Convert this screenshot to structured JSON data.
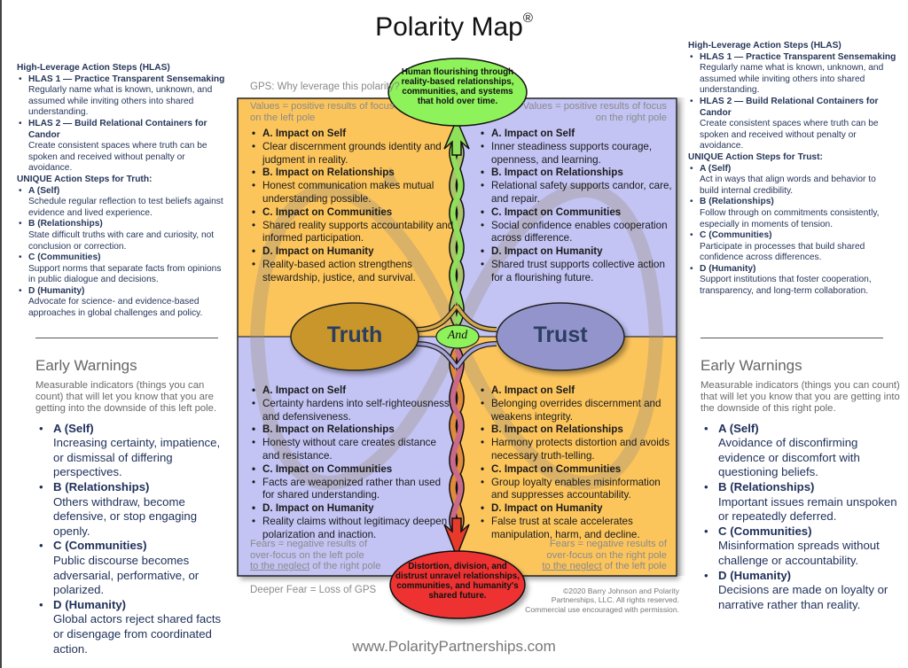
{
  "title": "Polarity Map",
  "title_mark": "®",
  "colors": {
    "left_upper": "#fcc55c",
    "right_upper": "#c3c3f4",
    "left_lower": "#c3c3f4",
    "right_lower": "#fcc55c",
    "truth_pole": "#c8962a",
    "trust_pole": "#9494cc",
    "top_bubble": "#8ef25a",
    "bottom_bubble": "#ee3030",
    "side_text": "#26365a"
  },
  "left_panel": {
    "hlas_heading": "High-Leverage Action Steps (HLAS)",
    "hlas": [
      {
        "title": "HLAS 1 — Practice Transparent Sensemaking",
        "text": "Regularly name what is known, unknown, and assumed while inviting others into shared understanding."
      },
      {
        "title": "HLAS 2 — Build Relational Containers for Candor",
        "text": "Create consistent spaces where truth can be spoken and received without penalty or avoidance."
      }
    ],
    "unique_heading": "UNIQUE Action Steps for Truth:",
    "unique": [
      {
        "title": "A (Self)",
        "text": "Schedule regular reflection to test beliefs against evidence and lived experience."
      },
      {
        "title": "B (Relationships)",
        "text": "State difficult truths with care and curiosity, not conclusion or correction."
      },
      {
        "title": "C (Communities)",
        "text": "Support norms that separate facts from opinions in public dialogue and decisions."
      },
      {
        "title": "D (Humanity)",
        "text": "Advocate for science- and evidence-based approaches in global challenges and policy."
      }
    ],
    "early_warnings": {
      "title": "Early Warnings",
      "description": "Measurable indicators (things you can count) that will let you know that you are getting into the downside of this left pole.",
      "items": [
        {
          "title": "A (Self)",
          "text": "Increasing certainty, impatience, or dismissal of differing perspectives."
        },
        {
          "title": "B (Relationships)",
          "text": "Others withdraw, become defensive, or stop engaging openly."
        },
        {
          "title": "C (Communities)",
          "text": "Public discourse becomes adversarial, performative, or polarized."
        },
        {
          "title": "D (Humanity)",
          "text": "Global actors reject shared facts or disengage from coordinated action."
        }
      ]
    }
  },
  "right_panel": {
    "hlas_heading": "High-Leverage Action Steps (HLAS)",
    "hlas": [
      {
        "title": "HLAS 1 — Practice Transparent Sensemaking",
        "text": "Regularly name what is known, unknown, and assumed while inviting others into shared understanding."
      },
      {
        "title": "HLAS 2 — Build Relational Containers for Candor",
        "text": "Create consistent spaces where truth can be spoken and received without penalty or avoidance."
      }
    ],
    "unique_heading": "UNIQUE Action Steps for Trust:",
    "unique": [
      {
        "title": "A (Self)",
        "text": "Act in ways that align words and behavior to build internal credibility."
      },
      {
        "title": "B (Relationships)",
        "text": "Follow through on commitments consistently, especially in moments of tension."
      },
      {
        "title": "C (Communities)",
        "text": "Participate in processes that build shared confidence across differences."
      },
      {
        "title": "D (Humanity)",
        "text": "Support institutions that foster cooperation, transparency, and long-term collaboration."
      }
    ],
    "early_warnings": {
      "title": "Early Warnings",
      "description": "Measurable indicators (things you can count) that will let you know that you are getting into the downside of this right pole.",
      "items": [
        {
          "title": "A (Self)",
          "text": "Avoidance of disconfirming evidence or discomfort with questioning beliefs."
        },
        {
          "title": "B (Relationships)",
          "text": "Important issues remain unspoken or repeatedly deferred."
        },
        {
          "title": "C (Communities)",
          "text": "Misinformation spreads without challenge or accountability."
        },
        {
          "title": "D (Humanity)",
          "text": "Decisions are made on loyalty or narrative rather than reality."
        }
      ]
    }
  },
  "map": {
    "gps_label": "GPS: Why leverage this polarity?",
    "deeper_fear": "Deeper Fear = Loss of GPS",
    "greater_purpose": "Human flourishing through reality-based relationships, communities, and systems that hold over time.",
    "deeper_fear_bubble": "Distortion, division, and distrust unravel relationships, communities, and humanity's shared future.",
    "left_pole": "Truth",
    "right_pole": "Trust",
    "and_label": "And",
    "upper_left": {
      "caption_line1": "Values = positive results of focus",
      "caption_line2": "on the left pole",
      "items": [
        {
          "h": "A. Impact on Self",
          "t": "Clear discernment grounds identity and judgment in reality."
        },
        {
          "h": "B. Impact on Relationships",
          "t": "Honest communication makes mutual understanding possible."
        },
        {
          "h": "C. Impact on Communities",
          "t": "Shared reality supports accountability and informed participation."
        },
        {
          "h": "D. Impact on Humanity",
          "t": "Reality-based action strengthens stewardship, justice, and survival."
        }
      ]
    },
    "upper_right": {
      "caption_line1": "Values = positive results of focus",
      "caption_line2": "on the right pole",
      "items": [
        {
          "h": "A. Impact on Self",
          "t": "Inner steadiness supports courage, openness, and learning."
        },
        {
          "h": "B. Impact on Relationships",
          "t": "Relational safety supports candor, care, and repair."
        },
        {
          "h": "C. Impact on Communities",
          "t": "Social confidence enables cooperation across difference."
        },
        {
          "h": "D. Impact on Humanity",
          "t": "Shared trust supports collective action for a flourishing future."
        }
      ]
    },
    "lower_left": {
      "caption_line1": "Fears = negative results of",
      "caption_line2": "over-focus on the left pole",
      "caption_neglect": "to the neglect",
      "caption_rest": " of the right pole",
      "items": [
        {
          "h": "A. Impact on Self",
          "t": "Certainty hardens into self-righteousness and defensiveness."
        },
        {
          "h": "B. Impact on Relationships",
          "t": "Honesty without care creates distance and resistance."
        },
        {
          "h": "C. Impact on Communities",
          "t": "Facts are weaponized rather than used for shared understanding."
        },
        {
          "h": "D. Impact on Humanity",
          "t": "Reality claims without legitimacy deepen polarization and inaction."
        }
      ]
    },
    "lower_right": {
      "caption_line1": "Fears = negative results of",
      "caption_line2": "over-focus on the right pole",
      "caption_neglect": "to the neglect",
      "caption_rest": " of the left pole",
      "items": [
        {
          "h": "A. Impact on Self",
          "t": "Belonging overrides discernment and weakens integrity."
        },
        {
          "h": "B. Impact on Relationships",
          "t": "Harmony protects distortion and avoids necessary truth-telling."
        },
        {
          "h": "C. Impact on Communities",
          "t": "Group loyalty enables misinformation and suppresses accountability."
        },
        {
          "h": "D. Impact on Humanity",
          "t": "False trust at scale accelerates manipulation, harm, and decline."
        }
      ]
    },
    "copyright": [
      "©2020 Barry Johnson and Polarity",
      "Partnerships, LLC. All rights reserved.",
      "Commercial use encouraged with permission."
    ]
  },
  "footer_url": "www.PolarityPartnerships.com"
}
